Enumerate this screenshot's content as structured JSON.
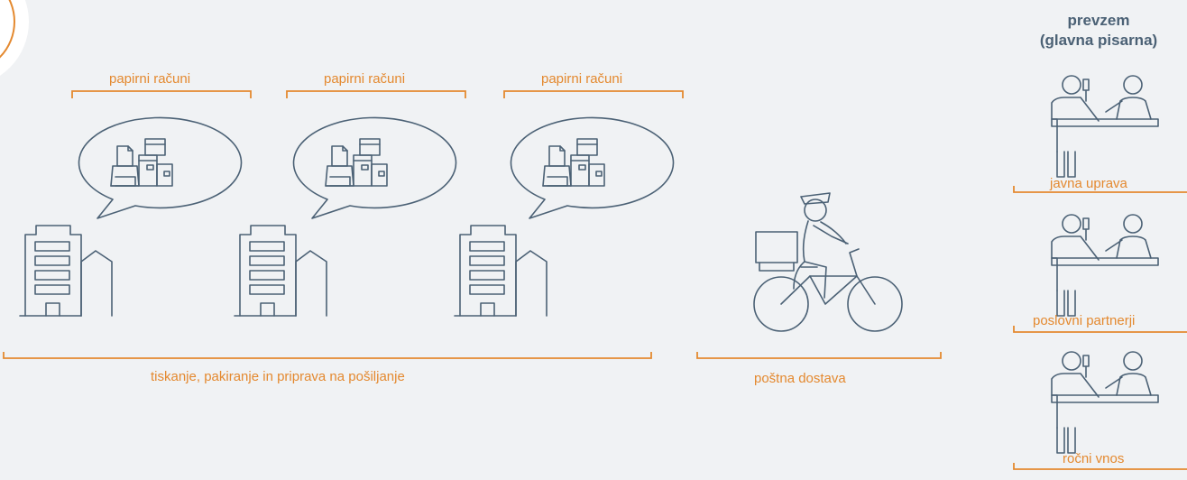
{
  "diagram": {
    "colors": {
      "line": "#4b6175",
      "accent": "#e4892f",
      "background": "#f0f2f4"
    },
    "labels": {
      "paper_invoices": "papirni računi",
      "printing": "tiskanje, pakiranje in priprava na pošiljanje",
      "postal": "poštna dostava",
      "reception_title_1": "prevzem",
      "reception_title_2": "(glavna pisarna)",
      "public_admin": "javna uprava",
      "business_partners": "poslovni partnerji",
      "manual_entry": "ročni vnos"
    },
    "icons": [
      "printer-icon",
      "boxes-icon",
      "office-building-icon",
      "house-icon",
      "courier-bicycle-icon",
      "reception-desk-icon"
    ]
  }
}
